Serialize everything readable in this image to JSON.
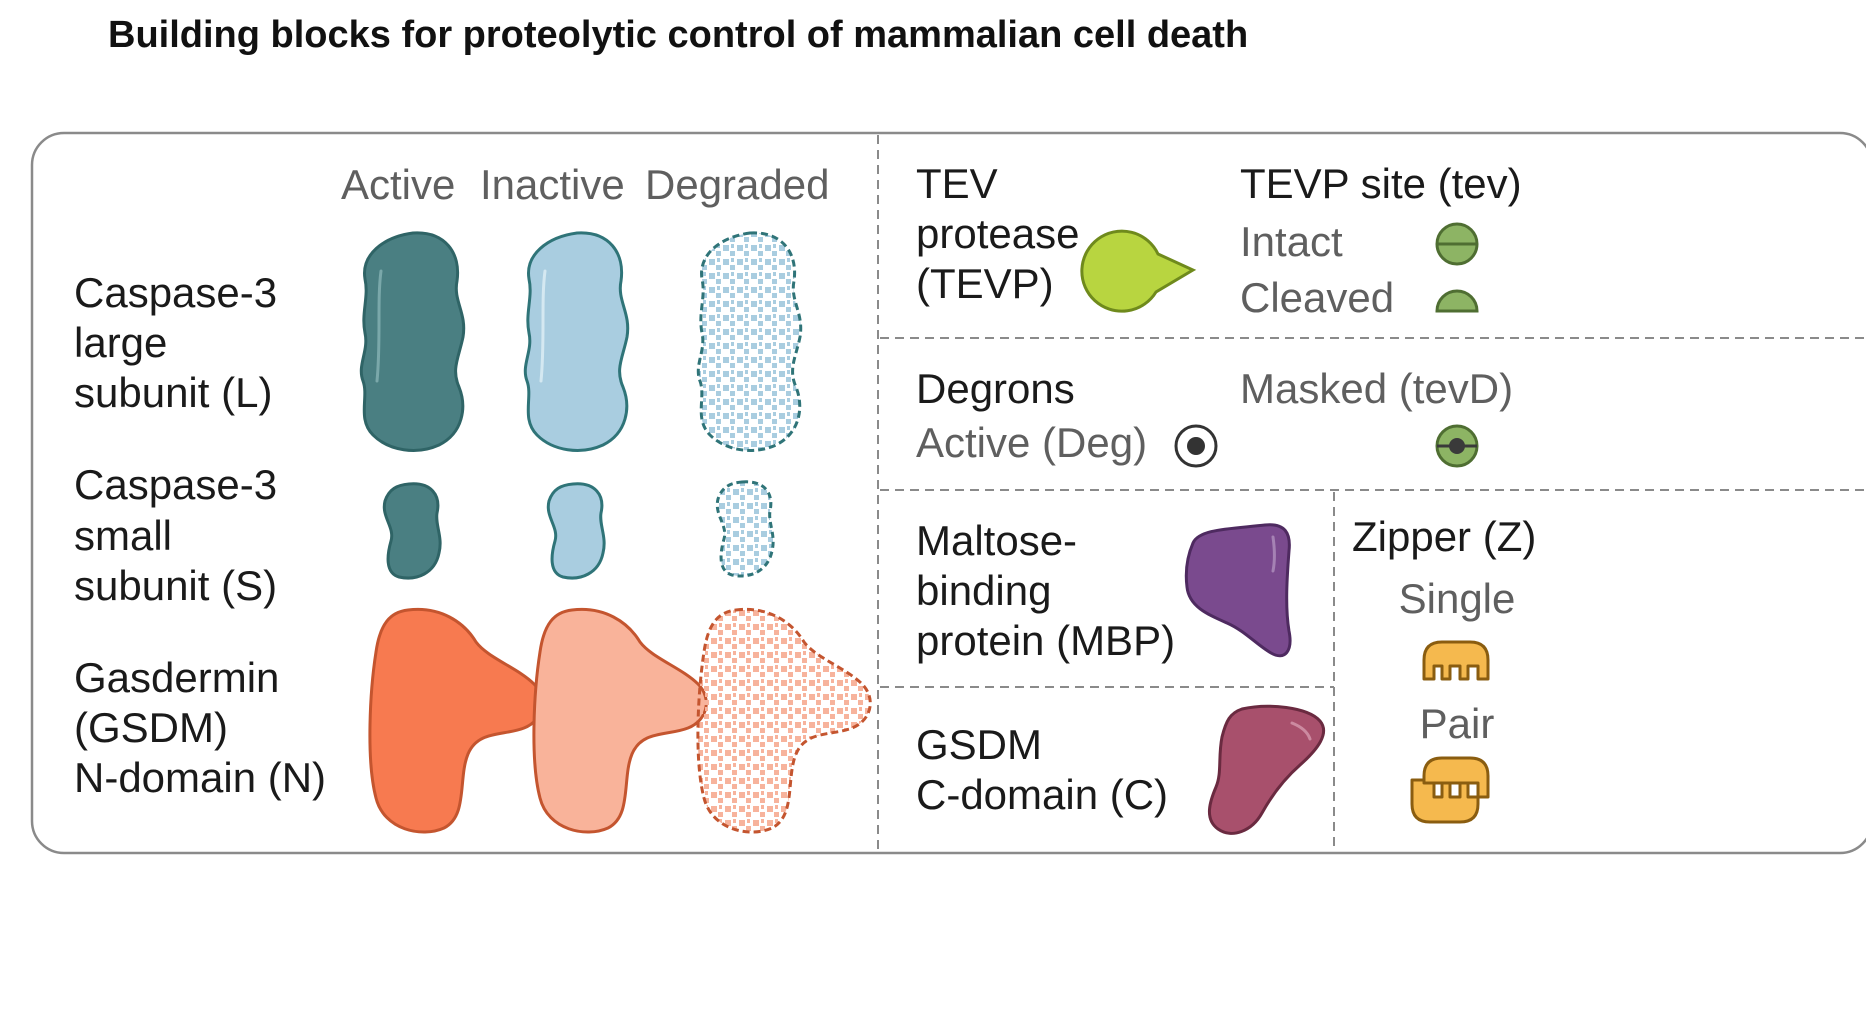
{
  "title": "Building blocks for proteolytic control of mammalian cell death",
  "state_headers": [
    "Active",
    "Inactive",
    "Degraded"
  ],
  "rows": [
    {
      "lines": [
        "Caspase-3",
        "large",
        "subunit (L)"
      ]
    },
    {
      "lines": [
        "Caspase-3",
        "small",
        "subunit (S)"
      ]
    },
    {
      "lines": [
        "Gasdermin",
        "(GSDM)",
        "N-domain (N)"
      ]
    }
  ],
  "tevp": {
    "lines": [
      "TEV",
      "protease",
      "(TEVP)"
    ]
  },
  "tev_site": {
    "heading": "TEVP site (tev)",
    "intact": "Intact",
    "cleaved": "Cleaved"
  },
  "degrons": {
    "heading": "Degrons",
    "active": "Active (Deg)",
    "masked": "Masked (tevD)"
  },
  "mbp": {
    "lines": [
      "Maltose-",
      "binding",
      "protein (MBP)"
    ]
  },
  "gsdm_c": {
    "lines": [
      "GSDM",
      "C-domain (C)"
    ]
  },
  "zipper": {
    "heading": "Zipper (Z)",
    "single": "Single",
    "pair": "Pair"
  },
  "colors": {
    "active_teal": "#4a7f82",
    "inactive_blue": "#a9cde0",
    "degraded_teal_squares": "#a9cde0",
    "gsdm_active": "#f77a50",
    "gsdm_inactive": "#f9b39a",
    "tevp_green": "#b8d540",
    "tev_site_green": "#8db464",
    "mbp_purple": "#7a4a8e",
    "gsdmc_maroon": "#a8506c",
    "zipper_orange": "#f5b94e"
  }
}
